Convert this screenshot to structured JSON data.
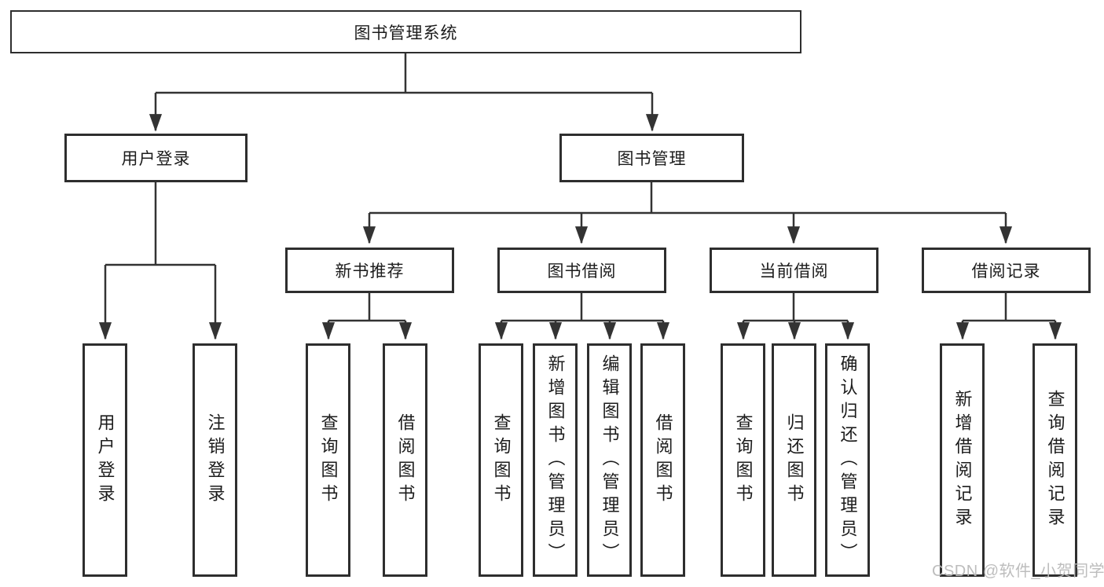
{
  "tree": {
    "label": "图书管理系统",
    "children": [
      {
        "label": "用户登录",
        "children": [
          {
            "label": "用户登录"
          },
          {
            "label": "注销登录"
          }
        ]
      },
      {
        "label": "图书管理",
        "children": [
          {
            "label": "新书推荐",
            "children": [
              {
                "label": "查询图书"
              },
              {
                "label": "借阅图书"
              }
            ]
          },
          {
            "label": "图书借阅",
            "children": [
              {
                "label": "查询图书"
              },
              {
                "label": "新增图书（管理员）"
              },
              {
                "label": "编辑图书（管理员）"
              },
              {
                "label": "借阅图书"
              }
            ]
          },
          {
            "label": "当前借阅",
            "children": [
              {
                "label": "查询图书"
              },
              {
                "label": "归还图书"
              },
              {
                "label": "确认归还（管理员）"
              }
            ]
          },
          {
            "label": "借阅记录",
            "children": [
              {
                "label": "新增借阅记录"
              },
              {
                "label": "查询借阅记录"
              }
            ]
          }
        ]
      }
    ]
  },
  "watermark": {
    "text": "CSDN @软件_小贺同学"
  },
  "colors": {
    "line": "#333333",
    "box_border": "#2e2e2e",
    "text": "#1c1c1c",
    "watermark": "#b9b9b9",
    "background": "#ffffff"
  }
}
